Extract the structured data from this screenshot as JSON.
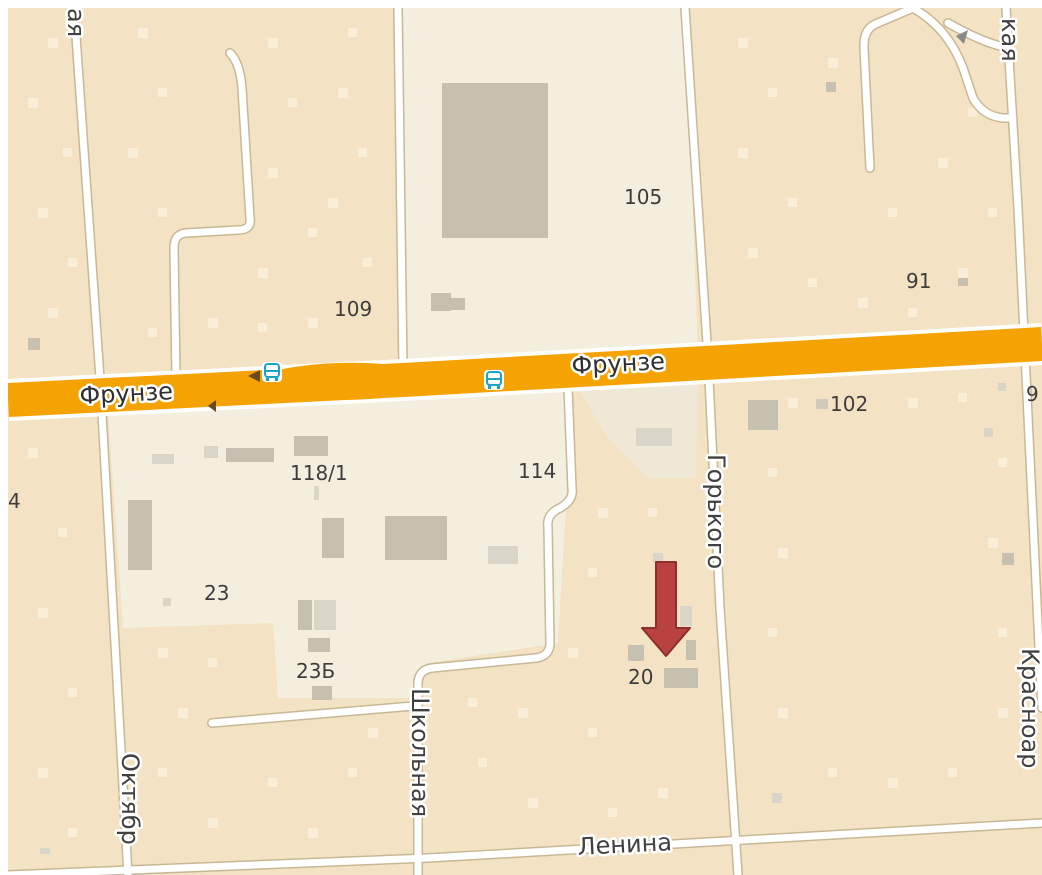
{
  "map": {
    "colors": {
      "background": "#f3e2c3",
      "industrial_zone": "#f4eede",
      "main_road": "#f5a302",
      "minor_road": "#ffffff",
      "road_outline": "#c8b896",
      "building": "#c5c0b0",
      "marker": "#b9413f",
      "bus_stop": "#1aa6c3"
    },
    "streets": {
      "frunze_west": "Фрунзе",
      "frunze_east": "Фрунзе",
      "lenina": "Ленина",
      "gorkogo": "Горького",
      "shkolnaya": "Школьная",
      "oktyabrskaya_top": "ая",
      "oktyabrskaya_bottom": "Октябр",
      "krasnoarm_top": "кая",
      "krasnoarm_bottom": "Красноар"
    },
    "house_numbers": {
      "n105": "105",
      "n109": "109",
      "n91": "91",
      "n102": "102",
      "n118_1": "118/1",
      "n114": "114",
      "n23": "23",
      "n23b": "23Б",
      "n20": "20",
      "edge_left_4": "4",
      "edge_right_9": "9"
    },
    "icons": {
      "bus_stop": "bus-stop-icon",
      "marker": "location-arrow-icon",
      "direction": "direction-arrow-icon"
    }
  }
}
